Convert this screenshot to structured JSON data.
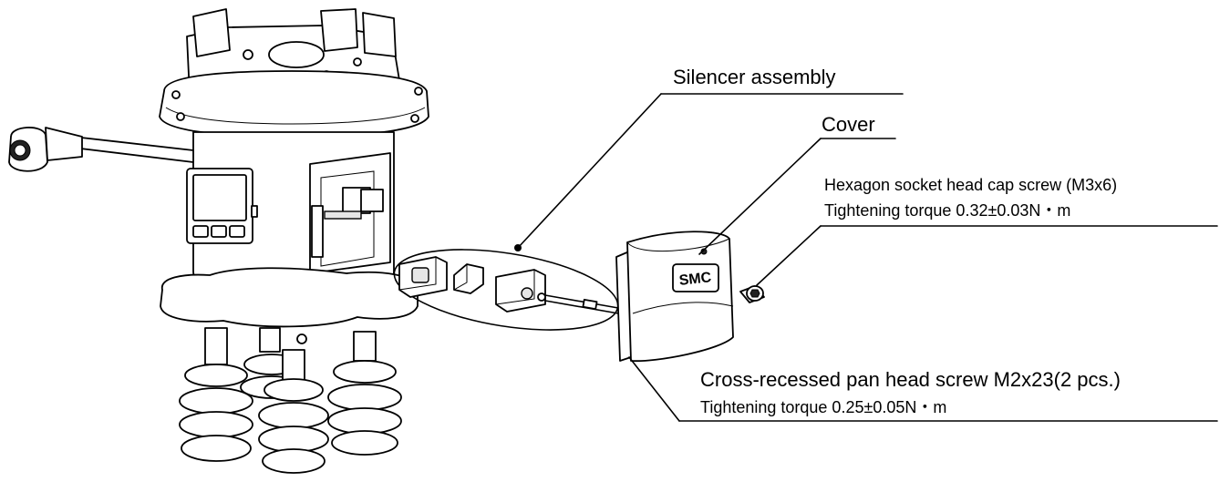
{
  "labels": {
    "silencer_assembly": "Silencer assembly",
    "cover": "Cover",
    "hex_screw_line1": "Hexagon socket head cap screw (M3x6)",
    "hex_screw_line2": "Tightening torque 0.32±0.03N・m",
    "pan_screw_line1": "Cross-recessed pan head screw M2x23(2 pcs.)",
    "pan_screw_line2": "Tightening torque 0.25±0.05N・m"
  },
  "cover_logo": "SMC"
}
